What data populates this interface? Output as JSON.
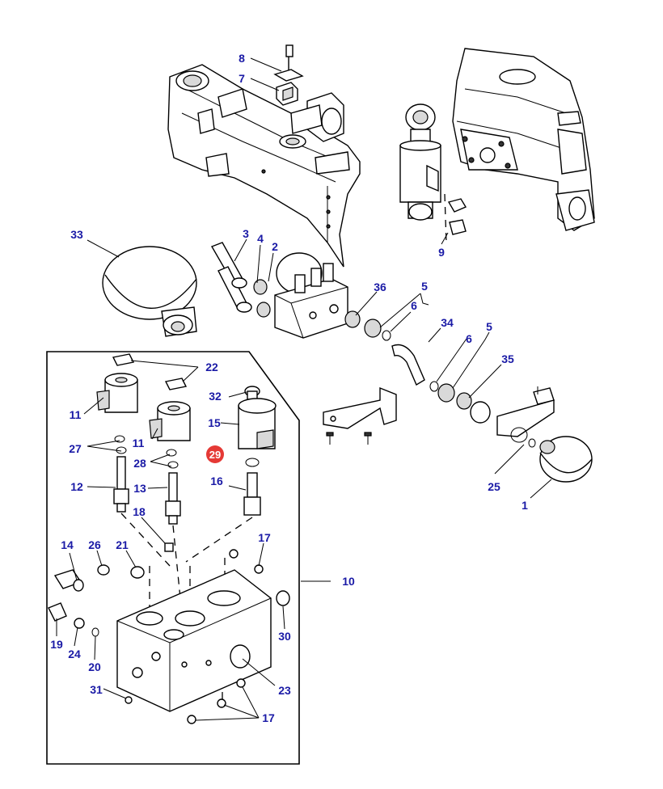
{
  "diagram": {
    "highlight_color": "#e53935",
    "label_color": "#1a1aa6",
    "labels": {
      "l1": "1",
      "l2": "2",
      "l3": "3",
      "l4": "4",
      "l5a": "5",
      "l5b": "5",
      "l6a": "6",
      "l6b": "6",
      "l7": "7",
      "l8": "8",
      "l9": "9",
      "l10": "10",
      "l11a": "11",
      "l11b": "11",
      "l12": "12",
      "l13": "13",
      "l14": "14",
      "l15": "15",
      "l16": "16",
      "l17a": "17",
      "l17b": "17",
      "l18": "18",
      "l19": "19",
      "l20": "20",
      "l21": "21",
      "l22": "22",
      "l23": "23",
      "l24": "24",
      "l25": "25",
      "l26": "26",
      "l27": "27",
      "l28": "28",
      "l29": "29",
      "l30": "30",
      "l31": "31",
      "l32": "32",
      "l33": "33",
      "l34": "34",
      "l35": "35",
      "l36": "36"
    }
  }
}
